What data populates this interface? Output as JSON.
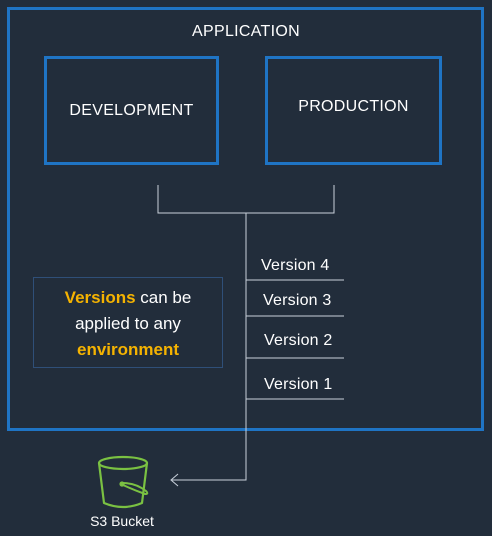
{
  "application": {
    "title": "APPLICATION",
    "environments": [
      {
        "label": "DEVELOPMENT"
      },
      {
        "label": "PRODUCTION"
      }
    ]
  },
  "note": {
    "line1_highlight": "Versions",
    "line1_rest": " can be",
    "line2": "applied to any",
    "line3_highlight": "environment"
  },
  "versions": [
    "Version 4",
    "Version 3",
    "Version 2",
    "Version 1"
  ],
  "storage": {
    "label": "S3 Bucket",
    "icon": "s3-bucket-icon"
  },
  "colors": {
    "background": "#222d3b",
    "frame": "#1f74c4",
    "highlight": "#f5b301",
    "bucket": "#7ac142",
    "connector": "#c9d1db"
  }
}
